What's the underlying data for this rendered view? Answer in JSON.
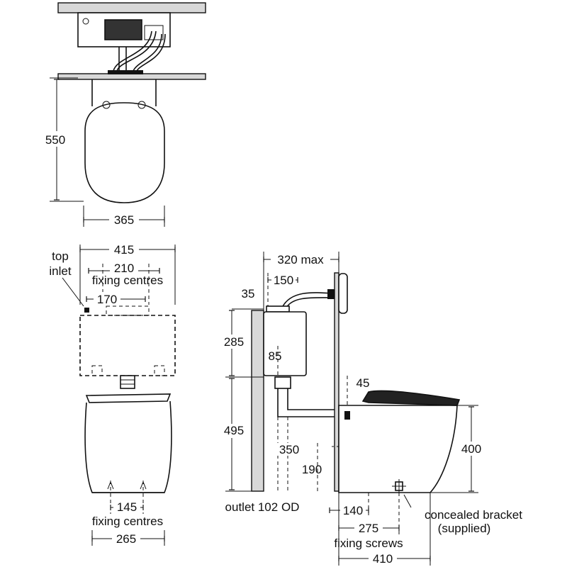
{
  "plan_view": {
    "depth": "550",
    "width": "365"
  },
  "front_view": {
    "cistern_width": "415",
    "fixing_centres_value": "210",
    "fixing_centres_label": "fixing centres",
    "top_inlet_line1": "top",
    "top_inlet_line2": "inlet",
    "inlet_offset": "170",
    "pan_fixing_value": "145",
    "pan_fixing_label": "fixing centres",
    "pan_width": "265"
  },
  "side_view": {
    "max_depth": "320 max",
    "cistern_depth": "150",
    "offset_35": "35",
    "cistern_height": "285",
    "dim_85": "85",
    "dim_45": "45",
    "outlet_height": "495",
    "dim_350": "350",
    "dim_190": "190",
    "pan_height": "400",
    "outlet_label": "outlet 102 OD",
    "dim_140": "140",
    "dim_275": "275",
    "fixing_screws_label": "fixing screws",
    "pan_projection": "410",
    "bracket_line1": "concealed bracket",
    "bracket_line2": "(supplied)"
  }
}
